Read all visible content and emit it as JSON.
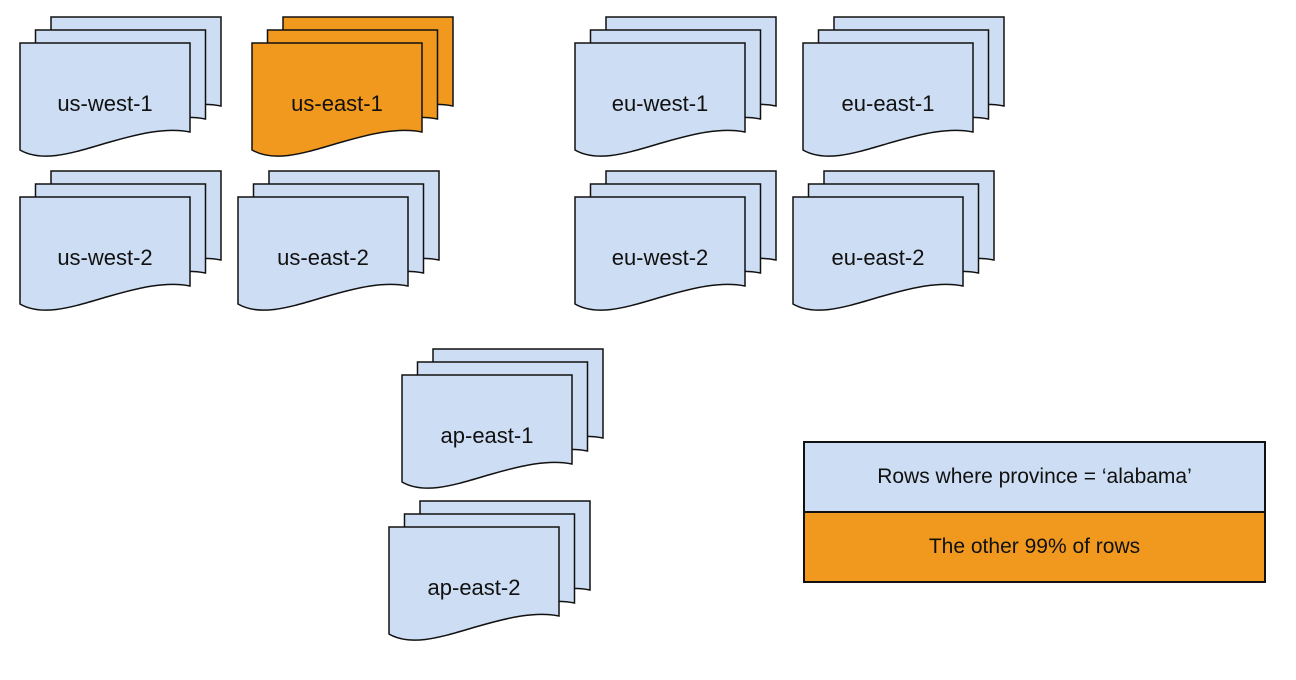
{
  "colors": {
    "stroke": "#111111",
    "background": "#ffffff",
    "page_blue": "#cdddf3",
    "page_orange": "#f0991e"
  },
  "regions": [
    {
      "label": "us-west-1",
      "fill": "#cdddf3",
      "highlighted": false
    },
    {
      "label": "us-east-1",
      "fill": "#f0991e",
      "highlighted": true
    },
    {
      "label": "eu-west-1",
      "fill": "#cdddf3",
      "highlighted": false
    },
    {
      "label": "eu-east-1",
      "fill": "#cdddf3",
      "highlighted": false
    },
    {
      "label": "us-west-2",
      "fill": "#cdddf3",
      "highlighted": false
    },
    {
      "label": "us-east-2",
      "fill": "#cdddf3",
      "highlighted": false
    },
    {
      "label": "eu-west-2",
      "fill": "#cdddf3",
      "highlighted": false
    },
    {
      "label": "eu-east-2",
      "fill": "#cdddf3",
      "highlighted": false
    },
    {
      "label": "ap-east-1",
      "fill": "#cdddf3",
      "highlighted": false
    },
    {
      "label": "ap-east-2",
      "fill": "#cdddf3",
      "highlighted": false
    }
  ],
  "legend": {
    "items": [
      {
        "label": "Rows where province = ‘alabama’",
        "fill": "#cdddf3"
      },
      {
        "label": "The other 99% of rows",
        "fill": "#f0991e"
      }
    ]
  }
}
